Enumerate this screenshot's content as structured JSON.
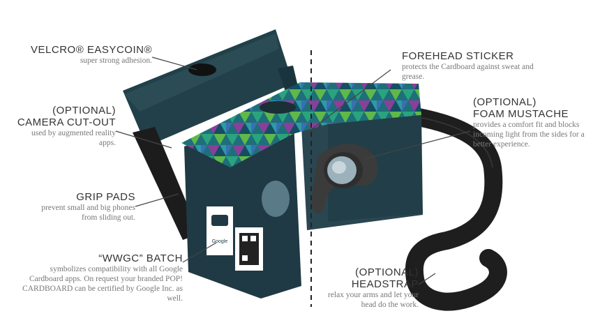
{
  "labels": {
    "velcro": {
      "title": "VELCRO® EASYCOIN®",
      "desc": "super strong adhesion."
    },
    "camera": {
      "title_1": "(OPTIONAL)",
      "title_2": "CAMERA CUT-OUT",
      "desc": "used by augmented reality apps."
    },
    "grip": {
      "title": "GRIP PADS",
      "desc": "prevent small and big phones from sliding out."
    },
    "wwgc": {
      "title": "“WWGC” BATCH",
      "desc": "symbolizes compatibility with all Google Cardboard apps. On request your branded POP! CARDBOARD can be certified by Google Inc. as well."
    },
    "forehead": {
      "title": "FOREHEAD STICKER",
      "desc": "protects the Cardboard against sweat and grease."
    },
    "foam": {
      "title_1": "(OPTIONAL)",
      "title_2": "FOAM MUSTACHE",
      "desc": "provides a comfort fit and blocks incoming light from the sides for a better experience."
    },
    "strap": {
      "title_1": "(OPTIONAL)",
      "title_2": "HEADSTRAP",
      "desc": "relax your arms and let your head do the work."
    }
  },
  "badge": {
    "brand": "Google"
  },
  "colors": {
    "cardboard_dark": "#1f3a45",
    "cardboard_inner": "#2a4650",
    "foam": "#3b3b3b",
    "strap": "#1e1e1e",
    "leader_line": "#444444",
    "pattern_a": "#1f8f8a",
    "pattern_b": "#7fbf3f",
    "pattern_c": "#3a6fb5",
    "pattern_d": "#8a3f9a"
  }
}
